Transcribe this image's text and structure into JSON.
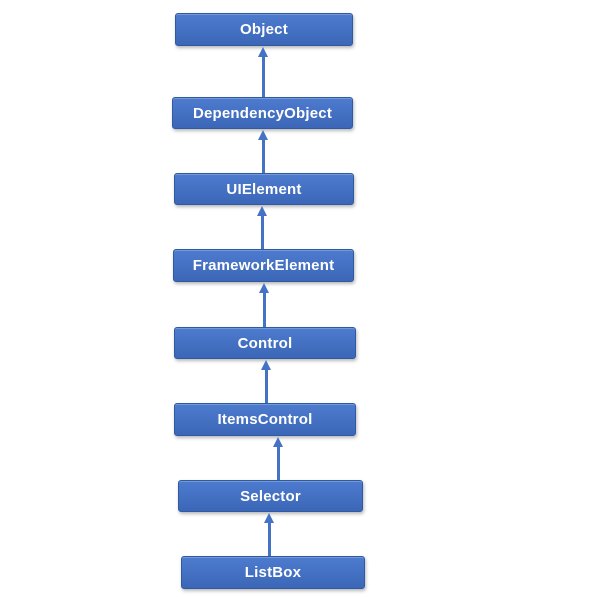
{
  "diagram": {
    "kind": "class-inheritance-hierarchy",
    "direction": "bottom-to-top",
    "nodes": [
      {
        "id": "object",
        "label": "Object"
      },
      {
        "id": "dependency-object",
        "label": "DependencyObject"
      },
      {
        "id": "ui-element",
        "label": "UIElement"
      },
      {
        "id": "framework-element",
        "label": "FrameworkElement"
      },
      {
        "id": "control",
        "label": "Control"
      },
      {
        "id": "items-control",
        "label": "ItemsControl"
      },
      {
        "id": "selector",
        "label": "Selector"
      },
      {
        "id": "list-box",
        "label": "ListBox"
      }
    ],
    "connections": [
      {
        "from": "DependencyObject",
        "to": "Object"
      },
      {
        "from": "UIElement",
        "to": "DependencyObject"
      },
      {
        "from": "FrameworkElement",
        "to": "UIElement"
      },
      {
        "from": "Control",
        "to": "FrameworkElement"
      },
      {
        "from": "ItemsControl",
        "to": "Control"
      },
      {
        "from": "Selector",
        "to": "ItemsControl"
      },
      {
        "from": "ListBox",
        "to": "Selector"
      }
    ],
    "colors": {
      "background": "#ffffff",
      "box_fill_top": "#4d7bce",
      "box_fill_bottom": "#3c67b8",
      "box_border": "#2f5aa0",
      "arrow": "#4472c4",
      "text": "#ffffff"
    }
  }
}
